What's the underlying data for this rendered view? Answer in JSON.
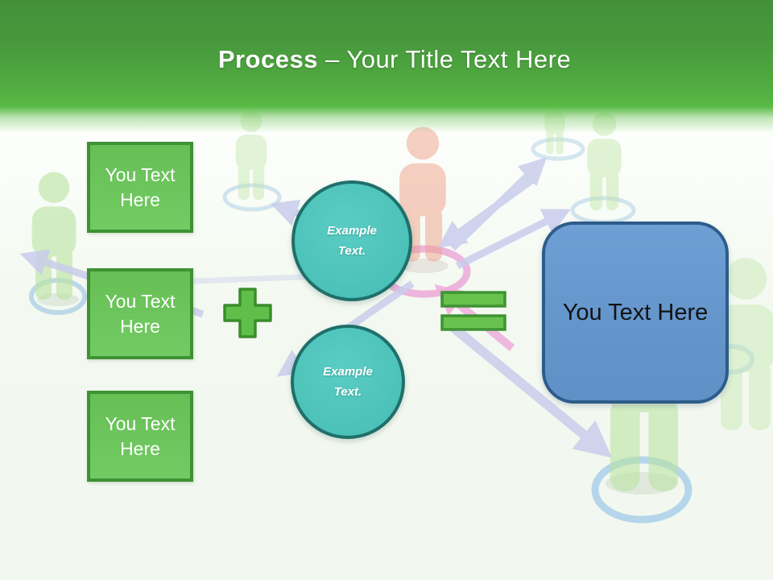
{
  "title": {
    "bold": "Process",
    "rest": "– Your Title Text Here"
  },
  "left_boxes": [
    {
      "line1": "You Text",
      "line2": "Here"
    },
    {
      "line1": "You Text",
      "line2": "Here"
    },
    {
      "line1": "You Text",
      "line2": "Here"
    }
  ],
  "example_circles": [
    {
      "line1": "Example",
      "line2": "Text."
    },
    {
      "line1": "Example",
      "line2": "Text."
    }
  ],
  "result_box": {
    "label": "You Text Here"
  },
  "operator_icons": {
    "plus": "plus-icon",
    "equals": "equals-icon"
  },
  "colors": {
    "header_green": "#4ea63f",
    "shape_green_fill": "#6cc35c",
    "shape_green_border": "#3e9234",
    "teal_fill": "#4fc4bb",
    "teal_border": "#1f6f6a",
    "blue_fill": "#6496cc",
    "blue_border": "#2e5c8a",
    "arrow_lavender": "#cbcfee",
    "ring_pink": "#eba4d7",
    "ring_blue": "#a5cde9"
  }
}
